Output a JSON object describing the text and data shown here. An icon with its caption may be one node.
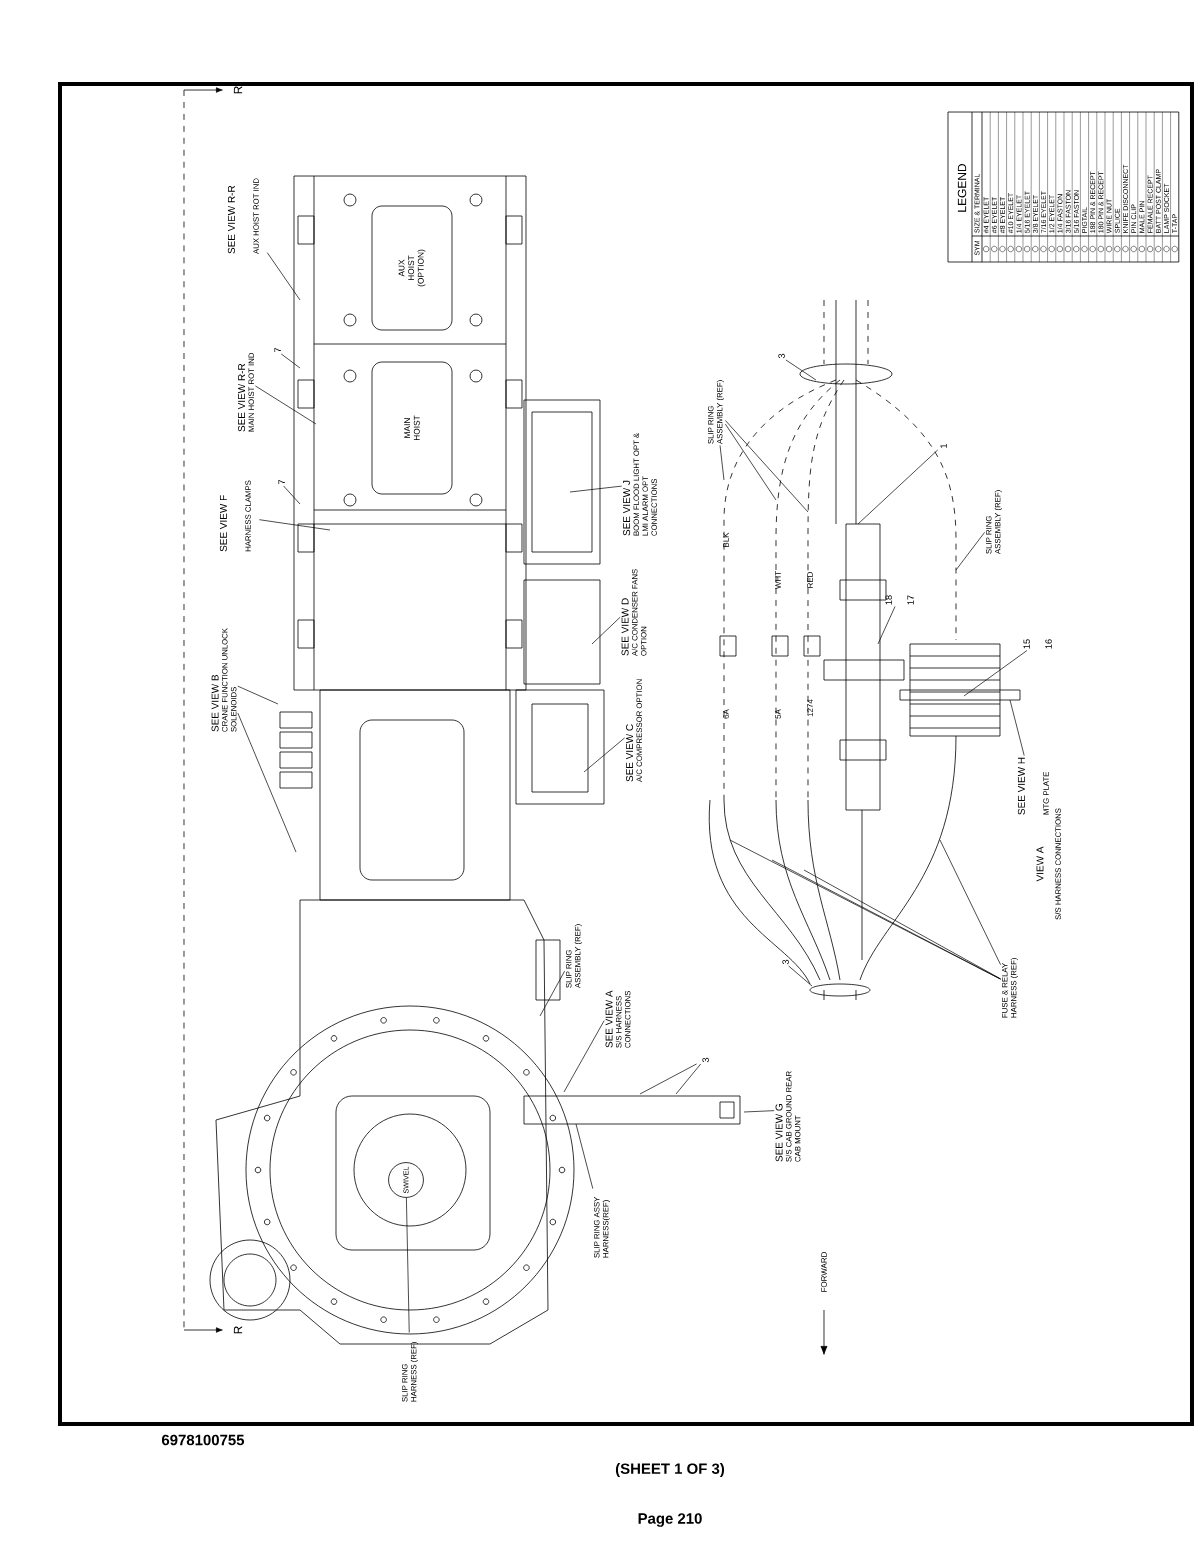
{
  "diagram": {
    "nodes": [
      {
        "text": [
          "AUX HOIST (OPTION)"
        ]
      },
      {
        "text": [
          "MAIN HOIST"
        ]
      },
      {
        "text": [
          "SWIVEL"
        ]
      },
      {
        "text": [
          "SEE VIEW R-R",
          "AUX HOIST ROT IND"
        ]
      },
      {
        "text": [
          "7"
        ]
      },
      {
        "text": [
          "SEE VIEW R-R",
          "MAIN HOIST ROT IND"
        ]
      },
      {
        "text": [
          "7"
        ]
      },
      {
        "text": [
          "SEE VIEW F",
          "HARNESS CLAMPS"
        ]
      },
      {
        "text": [
          "SEE VIEW B",
          "CRANE FUNCTION UNLOCK SOLENOIDS"
        ]
      },
      {
        "text": [
          "SEE VIEW J",
          "BOOM FLOOD LIGHT OPT & LMI ALARM OPT CONNECTIONS"
        ]
      },
      {
        "text": [
          "SEE VIEW D",
          "A/C CONDENSER FANS OPTION"
        ]
      },
      {
        "text": [
          "SEE VIEW C",
          "A/C COMPRESSOR OPTION"
        ]
      },
      {
        "text": [
          "SLIP RING ASSEMBLY (REF)"
        ]
      },
      {
        "text": [
          "SEE VIEW A",
          "S/S HARNESS CONNECTIONS"
        ]
      },
      {
        "text": [
          "3"
        ]
      },
      {
        "text": [
          "SLIP RING ASSY HARNESS(REF)"
        ]
      },
      {
        "text": [
          "SEE VIEW G",
          "S/S CAB GROUND REAR CAB MOUNT"
        ]
      },
      {
        "text": [
          "SLIP RING HARNESS (REF)"
        ]
      },
      {
        "text": [
          "3"
        ]
      },
      {
        "text": [
          "SLIP RING ASSEMBLY (REF)"
        ]
      },
      {
        "text": [
          "1"
        ]
      },
      {
        "text": [
          "SLIP RING ASSEMBLY (REF)"
        ]
      },
      {
        "text": [
          "18",
          "17"
        ]
      },
      {
        "text": [
          "15",
          "16"
        ]
      },
      {
        "text": [
          "SEE VIEW H",
          "MTG PLATE"
        ]
      },
      {
        "text": [
          "3"
        ]
      },
      {
        "text": [
          "FUSE & RELAY HARNESS (REF)"
        ]
      }
    ],
    "edges": [
      {
        "from": 3,
        "to": null,
        "arrow": "none"
      },
      {
        "from": 4,
        "to": null,
        "arrow": "none"
      },
      {
        "from": 5,
        "to": null,
        "arrow": "none"
      },
      {
        "from": 6,
        "to": null,
        "arrow": "none"
      },
      {
        "from": 7,
        "to": null,
        "arrow": "none"
      },
      {
        "from": 8,
        "to": null,
        "arrow": "none"
      },
      {
        "from": 8,
        "to": null,
        "arrow": "none"
      },
      {
        "from": 9,
        "to": null,
        "arrow": "none"
      },
      {
        "from": 10,
        "to": null,
        "arrow": "none"
      },
      {
        "from": 11,
        "to": null,
        "arrow": "none"
      },
      {
        "from": 12,
        "to": null,
        "arrow": "none"
      },
      {
        "from": 13,
        "to": null,
        "arrow": "none"
      },
      {
        "from": 14,
        "to": null,
        "arrow": "none"
      },
      {
        "from": 14,
        "to": null,
        "arrow": "none"
      },
      {
        "from": 15,
        "to": null,
        "arrow": "none"
      },
      {
        "from": 16,
        "to": null,
        "arrow": "none"
      },
      {
        "from": 17,
        "to": 2,
        "arrow": "none"
      },
      {
        "from": 18,
        "to": null,
        "arrow": "none"
      },
      {
        "from": 19,
        "to": null,
        "arrow": "none"
      },
      {
        "from": 19,
        "to": null,
        "arrow": "none"
      },
      {
        "from": 19,
        "to": null,
        "arrow": "none"
      },
      {
        "from": 20,
        "to": null,
        "arrow": "none"
      },
      {
        "from": 21,
        "to": null,
        "arrow": "none"
      },
      {
        "from": 22,
        "to": null,
        "arrow": "none"
      },
      {
        "from": 23,
        "to": null,
        "arrow": "none"
      },
      {
        "from": 24,
        "to": null,
        "arrow": "none"
      },
      {
        "from": 25,
        "to": null,
        "arrow": "none"
      },
      {
        "from": 26,
        "to": null,
        "arrow": "none"
      },
      {
        "from": 26,
        "to": null,
        "arrow": "none"
      },
      {
        "from": 26,
        "to": null,
        "arrow": "none"
      },
      {
        "from": 26,
        "to": null,
        "arrow": "none"
      }
    ],
    "labels": [
      "R",
      "LEGEND",
      "SYM",
      "SIZE & TERMINAL",
      "BLK",
      "WHT",
      "RED",
      "6A",
      "5A",
      "1274",
      "VIEW A",
      "S/S HARNESS CONNECTIONS",
      "FORWARD",
      "R",
      "6978100755",
      "(SHEET 1 OF 3)",
      "Page 210"
    ],
    "legend": [
      {
        "text": "#4 EYELET"
      },
      {
        "text": "#6 EYELET"
      },
      {
        "text": "#8 EYELET"
      },
      {
        "text": "#10 EYELET"
      },
      {
        "text": "1/4 EYELET"
      },
      {
        "text": "5/16 EYELET"
      },
      {
        "text": "3/8 EYELET"
      },
      {
        "text": "7/16 EYELET"
      },
      {
        "text": "1/2 EYELET"
      },
      {
        "text": "1/4 FASTON"
      },
      {
        "text": "3/16 FASTON"
      },
      {
        "text": "5/16 FASTON"
      },
      {
        "text": "PIGTAIL"
      },
      {
        "text": "188 PIN & RECEPT"
      },
      {
        "text": "180 PIN & RECEPT"
      },
      {
        "text": "WIRE NUT"
      },
      {
        "text": "SPLICE"
      },
      {
        "text": "KNIFE DISCONNECT"
      },
      {
        "text": "PIN CLIP"
      },
      {
        "text": "MALE PIN"
      },
      {
        "text": "FEMALE RECEPT"
      },
      {
        "text": "BATT POST CLAMP"
      },
      {
        "text": "LAMP SOCKET"
      },
      {
        "text": "T-TAP"
      }
    ]
  }
}
